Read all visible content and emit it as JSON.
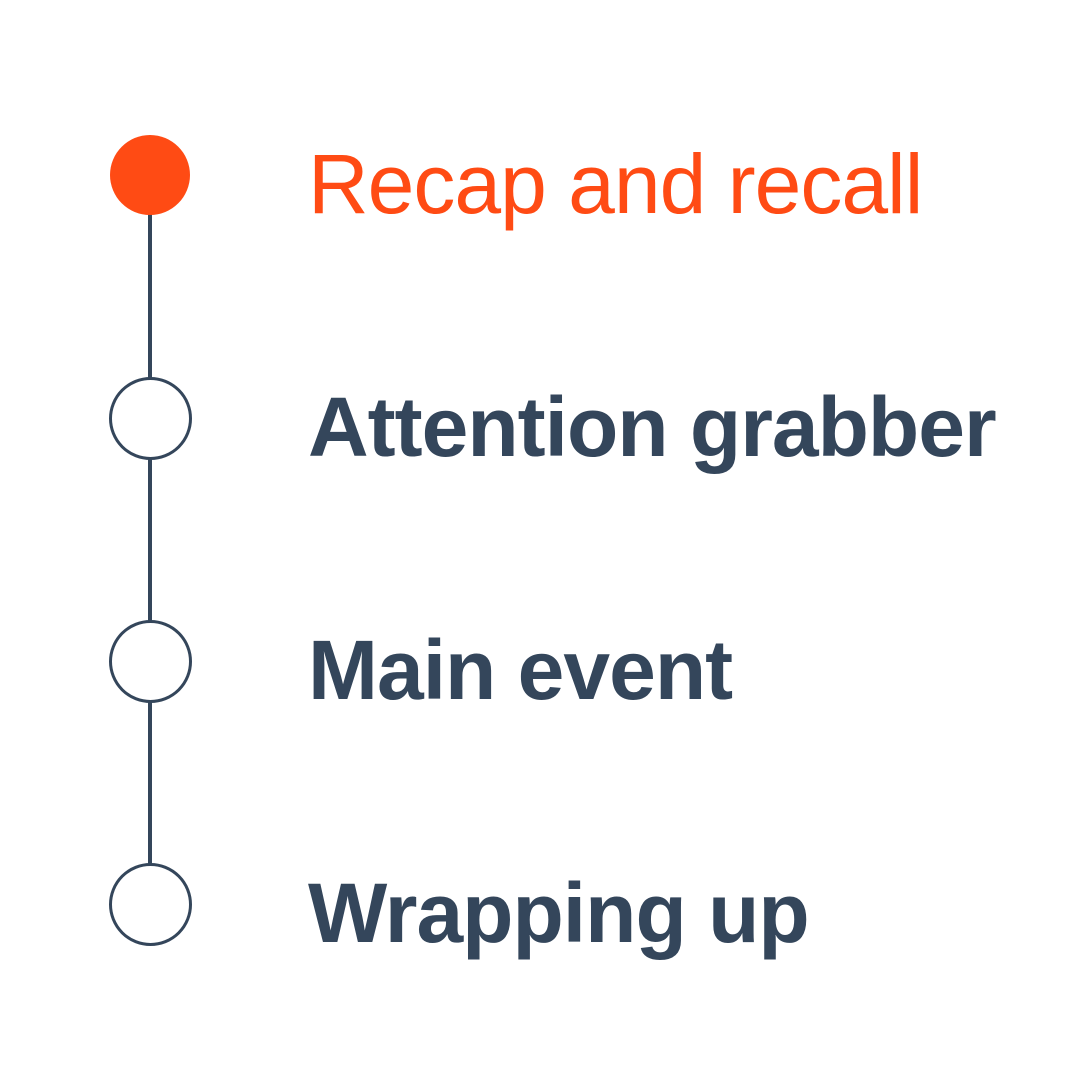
{
  "colors": {
    "active": "#ff4b14",
    "inactive": "#34465b"
  },
  "steps": [
    {
      "label": "Recap and recall",
      "active": true
    },
    {
      "label": "Attention grabber",
      "active": false
    },
    {
      "label": "Main event",
      "active": false
    },
    {
      "label": "Wrapping up",
      "active": false
    }
  ]
}
